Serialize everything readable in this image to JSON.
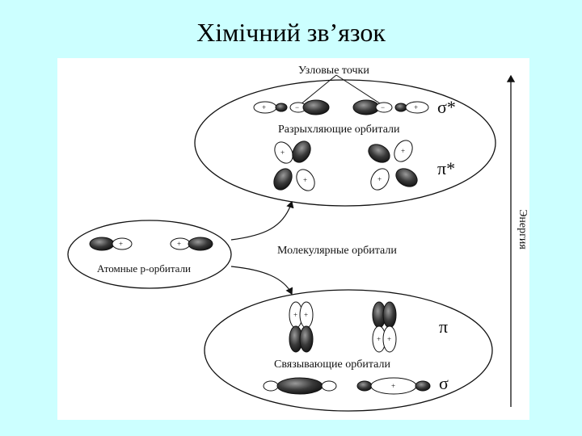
{
  "slide": {
    "title": "Хімічний зв’язок"
  },
  "diagram": {
    "nodal_points": "Узловые точки",
    "antibonding": "Разрыхляющие орбитали",
    "molecular": "Молекулярные  орбитали",
    "atomic": "Атомные р-орбитали",
    "bonding": "Связывающие орбитали",
    "energy": "Энергия",
    "sigma_star": "σ*",
    "pi_star": "π*",
    "pi": "π",
    "sigma": "σ",
    "plus": "+",
    "minus": "−"
  },
  "colors": {
    "background": "#ccffff",
    "figure": "#ffffff",
    "lobe_dark": "#3a3a3a",
    "lobe_light": "#ffffff"
  }
}
